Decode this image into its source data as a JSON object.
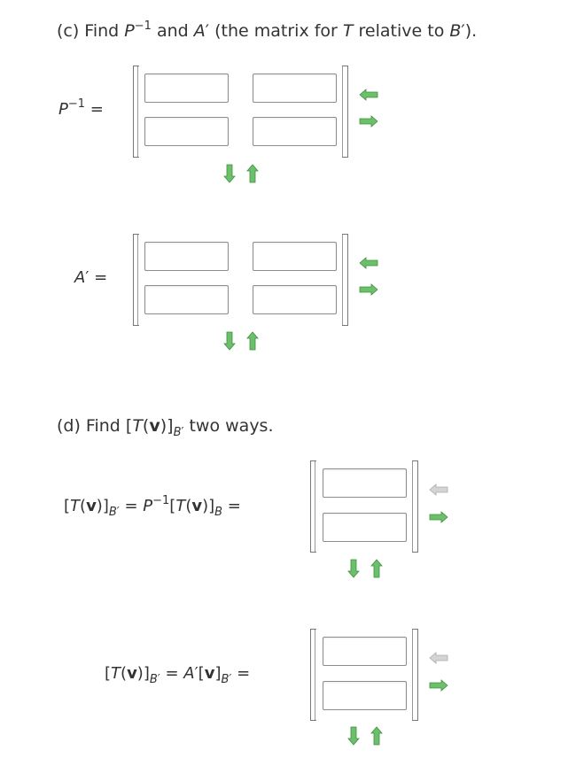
{
  "part_c": {
    "prefix": "(c) Find ",
    "P": "P",
    "exp": "−1",
    "mid": " and ",
    "A": "A",
    "prime": "′",
    "suffix1": " (the matrix for ",
    "T": "T",
    "suffix2": " relative to ",
    "B": "B",
    "suffix3": "′)."
  },
  "matrix_pinv": {
    "label_P": "P",
    "label_exp": "−1",
    "label_eq": " =",
    "cells": [
      "",
      "",
      "",
      ""
    ]
  },
  "matrix_aprime": {
    "label_A": "A",
    "label_prime": "′",
    "label_eq": " =",
    "cells": [
      "",
      "",
      "",
      ""
    ]
  },
  "part_d": {
    "prefix": "(d) Find  [",
    "T": "T",
    "open": "(",
    "v": "v",
    "close": ")]",
    "sub_B": "B",
    "sub_prime": "′",
    "suffix": "  two ways."
  },
  "eq1": {
    "lhs_open": "[",
    "T": "T",
    "paren_open": "(",
    "v": "v",
    "paren_close": ")]",
    "sub": "B′",
    "eq": " = ",
    "P": "P",
    "exp": "−1",
    "rhs_open": "[",
    "T2": "T",
    "paren_open2": "(",
    "v2": "v",
    "paren_close2": ")]",
    "sub2": "B",
    "tail": "  =",
    "cells": [
      "",
      ""
    ]
  },
  "eq2": {
    "lhs_open": "[",
    "T": "T",
    "paren_open": "(",
    "v": "v",
    "paren_close": ")]",
    "sub": "B′",
    "eq": " = ",
    "A": "A",
    "prime": "′",
    "rhs_open": "[",
    "v2": "v",
    "rhs_close": "]",
    "sub2": "B′",
    "tail": "  =",
    "cells": [
      "",
      ""
    ]
  },
  "colors": {
    "arrow_active": "#5cb85c",
    "arrow_inactive": "#c8c8c8"
  },
  "icons": {
    "remove_column": "arrow-left-icon",
    "add_column": "arrow-right-icon",
    "add_row": "arrow-down-icon",
    "remove_row": "arrow-up-icon"
  }
}
